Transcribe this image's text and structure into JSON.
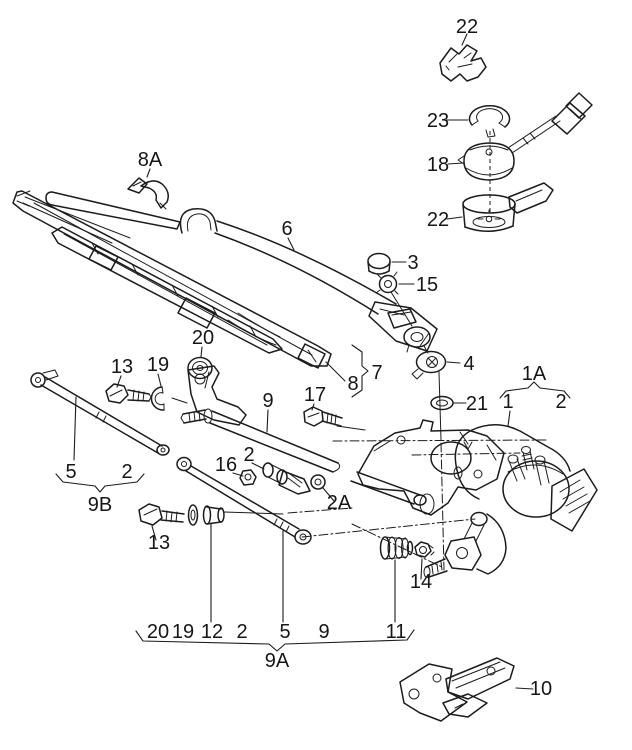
{
  "diagram": {
    "kind": "exploded-parts-diagram",
    "subject": "windshield wiper system",
    "colors": {
      "line": "#1c1c1c",
      "background": "#ffffff",
      "label": "#161616"
    }
  },
  "callouts": {
    "sensor_clip": "22",
    "sensor_ring": "23",
    "sensor_housing": "18",
    "sensor_cup": "22",
    "arm_cap_clip": "8A",
    "wiper_arm": "6",
    "shaft_cap": "3",
    "arm_nut": "15",
    "arm_assembly": "7",
    "wiper_blade": "8",
    "pivot_cap": "4",
    "pivot_grommet": "21",
    "frame_grommet": "20",
    "frame_bolt": "13",
    "bearing_clip": "19",
    "frame_tube": "9",
    "bracket_bolt": "17",
    "motor_assembly": "1A",
    "motor": "1",
    "motor_part": "2",
    "left_rod": "5",
    "left_rod_pin": "2",
    "left_rod_assembly": "9B",
    "crank_pin": "2",
    "crank_nut": "16",
    "crank_bushing": "2A",
    "lower_bolt": "13",
    "crank_arm_nut": "14",
    "linkage_assembly": "9A",
    "mount_bracket": "10"
  },
  "bottom_row": [
    "20",
    "19",
    "12",
    "2",
    "5",
    "9",
    "11"
  ],
  "bracket_groups": [
    {
      "label": "7",
      "members": [
        "8"
      ]
    },
    {
      "label": "9B",
      "members": [
        "5",
        "2"
      ]
    },
    {
      "label": "1A",
      "members": [
        "1",
        "2"
      ]
    },
    {
      "label": "9A",
      "members": [
        "20",
        "19",
        "12",
        "2",
        "5",
        "9",
        "11"
      ]
    }
  ]
}
